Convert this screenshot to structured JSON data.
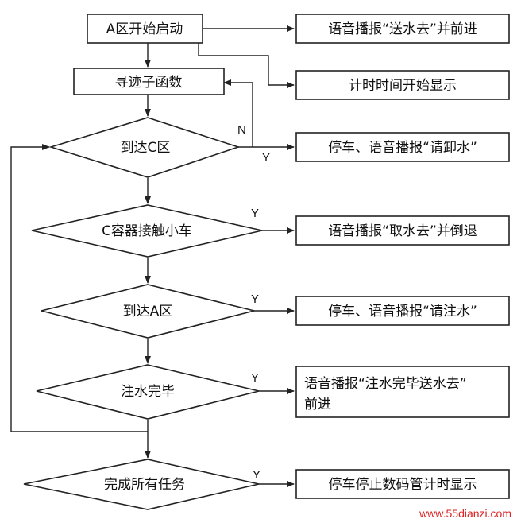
{
  "process": {
    "start": "A区开始启动",
    "trace": "寻迹子函数"
  },
  "decisions": {
    "reach_c": "到达C区",
    "c_contact": "C容器接触小车",
    "reach_a": "到达A区",
    "fill_done": "注水完毕",
    "all_done": "完成所有任务"
  },
  "actions": {
    "send_water": "语音播报“送水去”并前进",
    "timer_start": "计时时间开始显示",
    "unload": "停车、语音播报“请卸水”",
    "fetch_water": "语音播报“取水去”并倒退",
    "fill_water": "停车、语音播报“请注水”",
    "fill_done_line1": "语音播报“注水完毕送水去”",
    "fill_done_line2": "前进",
    "finish": "停车停止数码管计时显示"
  },
  "edge_labels": {
    "yes": "Y",
    "no": "N"
  },
  "watermark": "www.55dianzi.com"
}
